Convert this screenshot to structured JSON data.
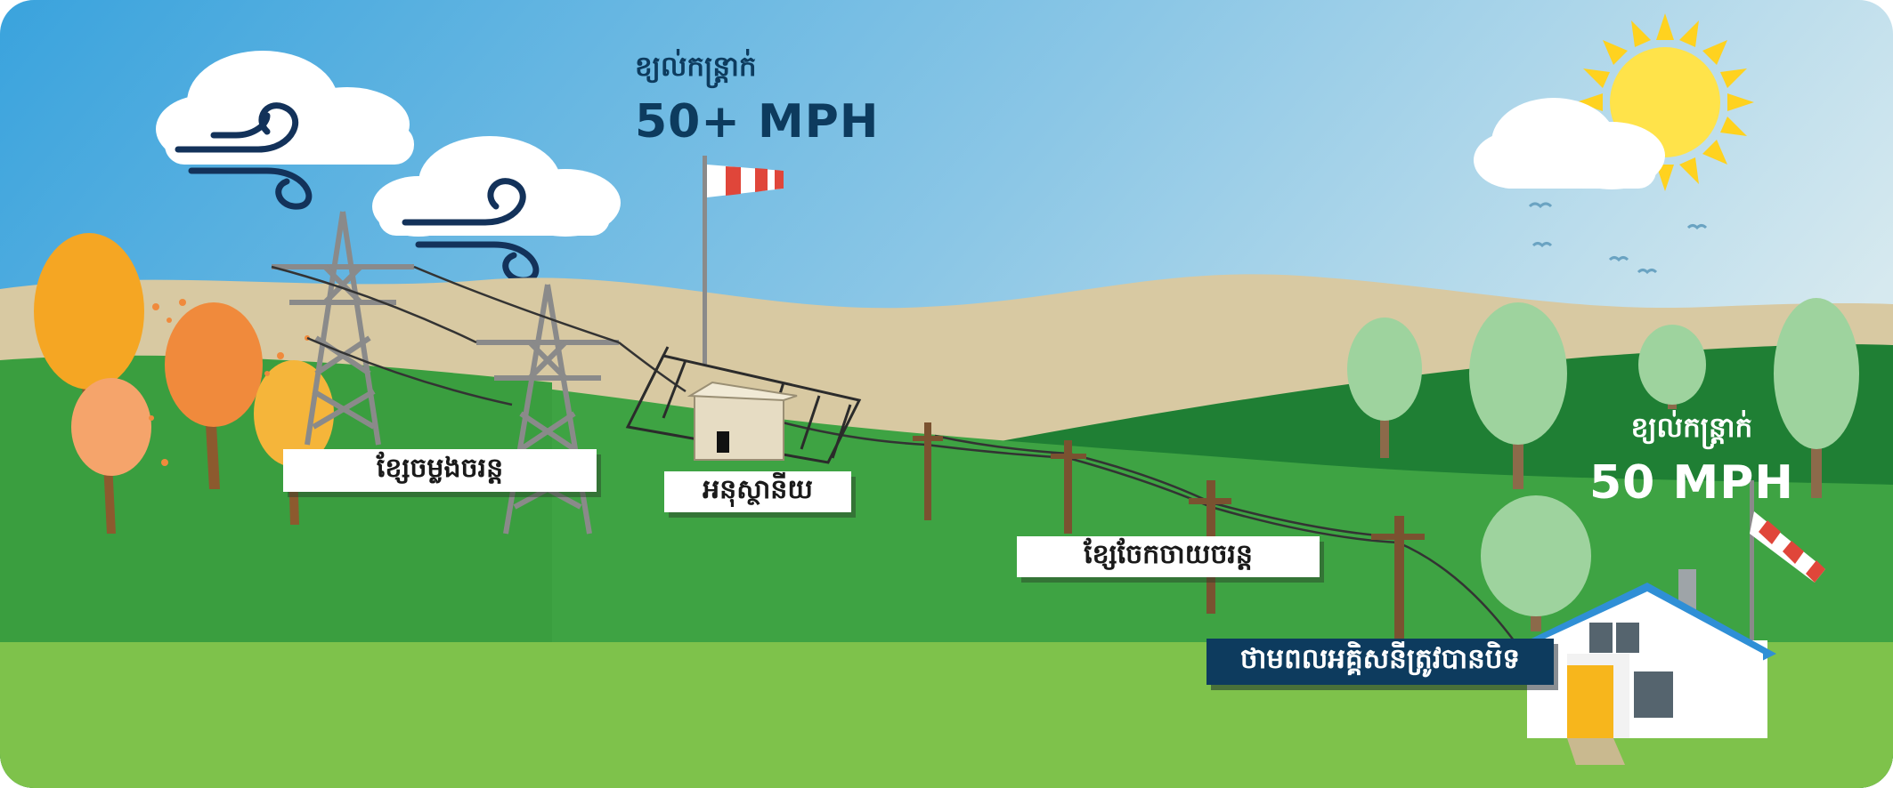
{
  "labels": {
    "transmission_lines": "ខ្សែចម្លងចរន្ត",
    "substation": "អនុស្ថានីយ",
    "distribution_lines": "ខ្សែចែកចាយចរន្ត",
    "power_shutoff": "ថាមពលអគ្គិសនីត្រូវបានបិទ"
  },
  "wind_left": {
    "caption": "ខ្យល់កន្ត្រាក់",
    "speed": "50+ MPH"
  },
  "wind_right": {
    "caption": "ខ្យល់កន្ត្រាក់",
    "speed": "50 MPH"
  },
  "colors": {
    "sky_top": "#3aa3dd",
    "sky_bottom": "#cfe6ee",
    "hills": "#d8c9a2",
    "grass_dark": "#1f7f34",
    "grass_mid": "#3ea343",
    "grass_light": "#7ec24b",
    "label_dark": "#0d3b5e",
    "speed_text_left": "#0d3b5e",
    "speed_text_right": "#ffffff",
    "house_roof": "#2f8fd6",
    "sun": "#ffe34a"
  }
}
